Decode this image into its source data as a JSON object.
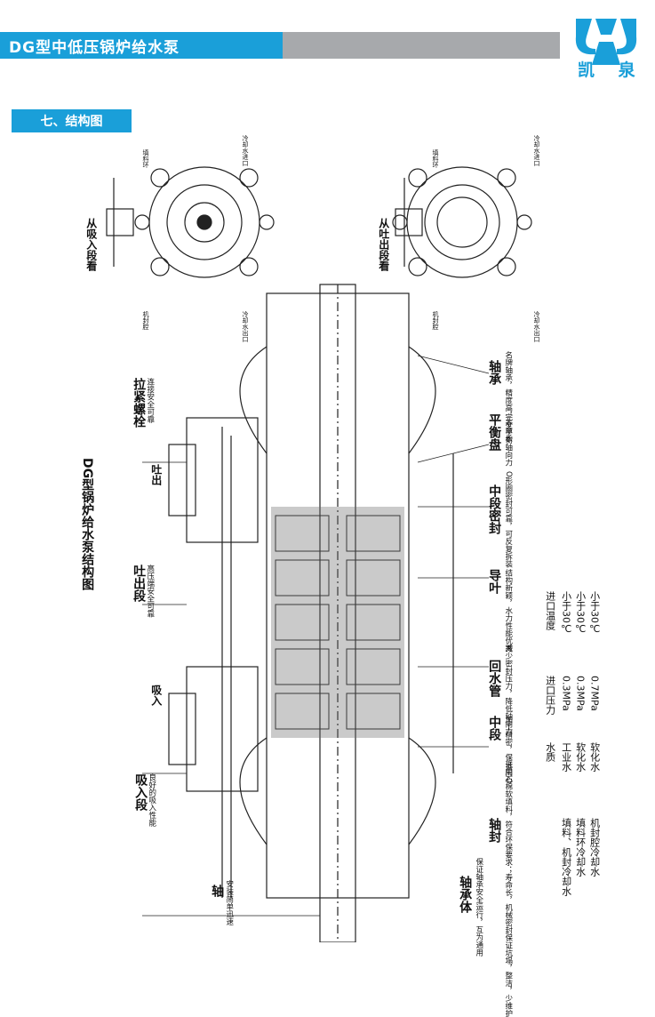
{
  "header": {
    "title": "DG型中低压锅炉给水泵"
  },
  "logo": {
    "text": "凯 泉"
  },
  "section": {
    "title": "七、结构图"
  },
  "figure": {
    "title": "DG型锅炉给水泵结构图"
  },
  "views": {
    "suction_view": "从吸入段看",
    "discharge_view": "从吐出段看",
    "cooling_note": "冷却水进口",
    "packing_note": "填料环",
    "seal_note": "机封腔",
    "cooling_out": "冷却水出口"
  },
  "arrows": {
    "outlet": "吐出",
    "inlet": "吸入"
  },
  "parts": [
    {
      "name": "拉紧螺栓",
      "desc": "连接安全可靠"
    },
    {
      "name": "吐出段",
      "desc": "高压端安全可靠"
    },
    {
      "name": "吸入段",
      "desc": "良好的吸入性能"
    },
    {
      "name": "轴",
      "desc": "安装简单迅速"
    },
    {
      "name": "轴承体",
      "desc": "保证轴承安全运行，互为通用"
    },
    {
      "name": "轴封",
      "desc": "采用石棉软填料，符合环保要求；寿命长，机械密封保证坑塌，整洁，少维护"
    },
    {
      "name": "中段",
      "desc": "加工精密，保证同心"
    },
    {
      "name": "回水管",
      "desc": "减少密封压力，降低轴向力"
    },
    {
      "name": "导叶",
      "desc": "结构新颖，水力性能优秀"
    },
    {
      "name": "中段密封",
      "desc": "O形圈密封可靠，可反复拆装"
    },
    {
      "name": "平衡盘",
      "desc": "完全平衡轴向力"
    },
    {
      "name": "轴承",
      "desc": "名牌轴承，精度高，寿命长"
    }
  ],
  "water_table": {
    "headers": [
      "水质",
      "进口压力",
      "进口温度"
    ],
    "rows": [
      [
        "工业水",
        "0.3MPa",
        "小于30℃"
      ],
      [
        "软化水",
        "0.3MPa",
        "小于30℃"
      ],
      [
        "软化水",
        "0.7MPa",
        "小于30℃"
      ]
    ]
  },
  "cooling_lines": [
    "填料、机封冷却水",
    "填料环冷却水",
    "机封腔冷却水"
  ],
  "colors": {
    "brand": "#1a9fd9",
    "grey_bar": "#a7a9ac"
  }
}
